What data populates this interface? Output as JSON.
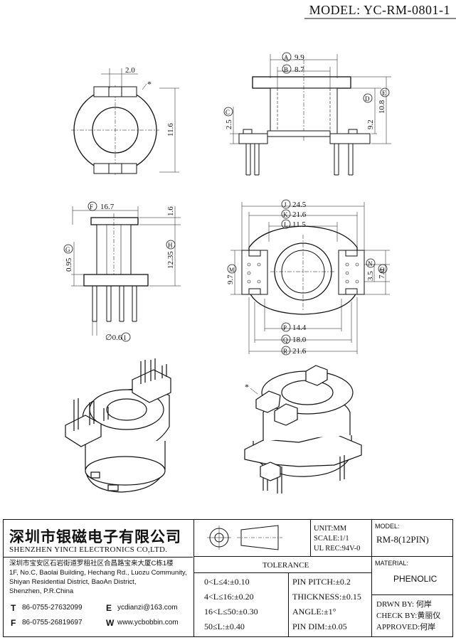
{
  "header": {
    "model": "MODEL: YC-RM-0801-1"
  },
  "dimensions": {
    "top_view": {
      "width": "2.0",
      "height": "11.6",
      "star": "*"
    },
    "front_view": {
      "A": "9.9",
      "B": "8.7",
      "C": "2.5",
      "D": "9.2",
      "E": "10.8"
    },
    "side_view": {
      "F": "16.7",
      "top_h": "1.6",
      "G": "0.95",
      "H": "12.35",
      "I": "∅0.6"
    },
    "bottom_view": {
      "J": "24.5",
      "K": "21.6",
      "L": "11.5",
      "M": "9.7",
      "N": "3.5",
      "O": "7.0",
      "P": "14.4",
      "Q": "18.0",
      "R": "21.6"
    },
    "iso_view": {
      "star": "*"
    }
  },
  "company": {
    "name_cn": "深圳市银磁电子有限公司",
    "name_en": "SHENZHEN YINCI ELECTRONICS CO,LTD.",
    "address_lines": [
      "深圳市宝安区石岩街道罗租社区合昌路宝来大厦C栋1楼",
      "1F, No.C, Baolai Building, Hechang Rd., Luozu Community,",
      "Shiyan Residential District, BaoAn District,",
      "Shenzhen, P.R.China"
    ],
    "tel_label": "T",
    "tel": "86-0755-27632099",
    "fax_label": "F",
    "fax": "86-0755-26819697",
    "email_label": "E",
    "email": "ycdianzi@163.com",
    "web_label": "W",
    "web": "www.ycbobbin.com"
  },
  "spec": {
    "unit": "UNIT:MM",
    "scale": "SCALE:1/1",
    "ul": "UL REC:94V-0"
  },
  "tolerance": {
    "title": "TOLERANCE",
    "left": [
      "0<L≤4:±0.10",
      "4<L≤16:±0.20",
      "16<L≤50:±0.30",
      "50≤L:±0.40"
    ],
    "right": [
      "PIN PITCH:±0.2",
      "THICKNESS:±0.15",
      "ANGLE:±1°",
      "PIN DIM:±0.05"
    ]
  },
  "model_box": {
    "label": "MODEL:",
    "value": "RM-8(12PIN)"
  },
  "material_box": {
    "label": "MATERIAL:",
    "value": "PHENOLIC"
  },
  "approval": {
    "drawn": "DRWN BY: 何岸",
    "check": "CHECK BY:黄丽仪",
    "approved": "APPROVED:何岸"
  }
}
